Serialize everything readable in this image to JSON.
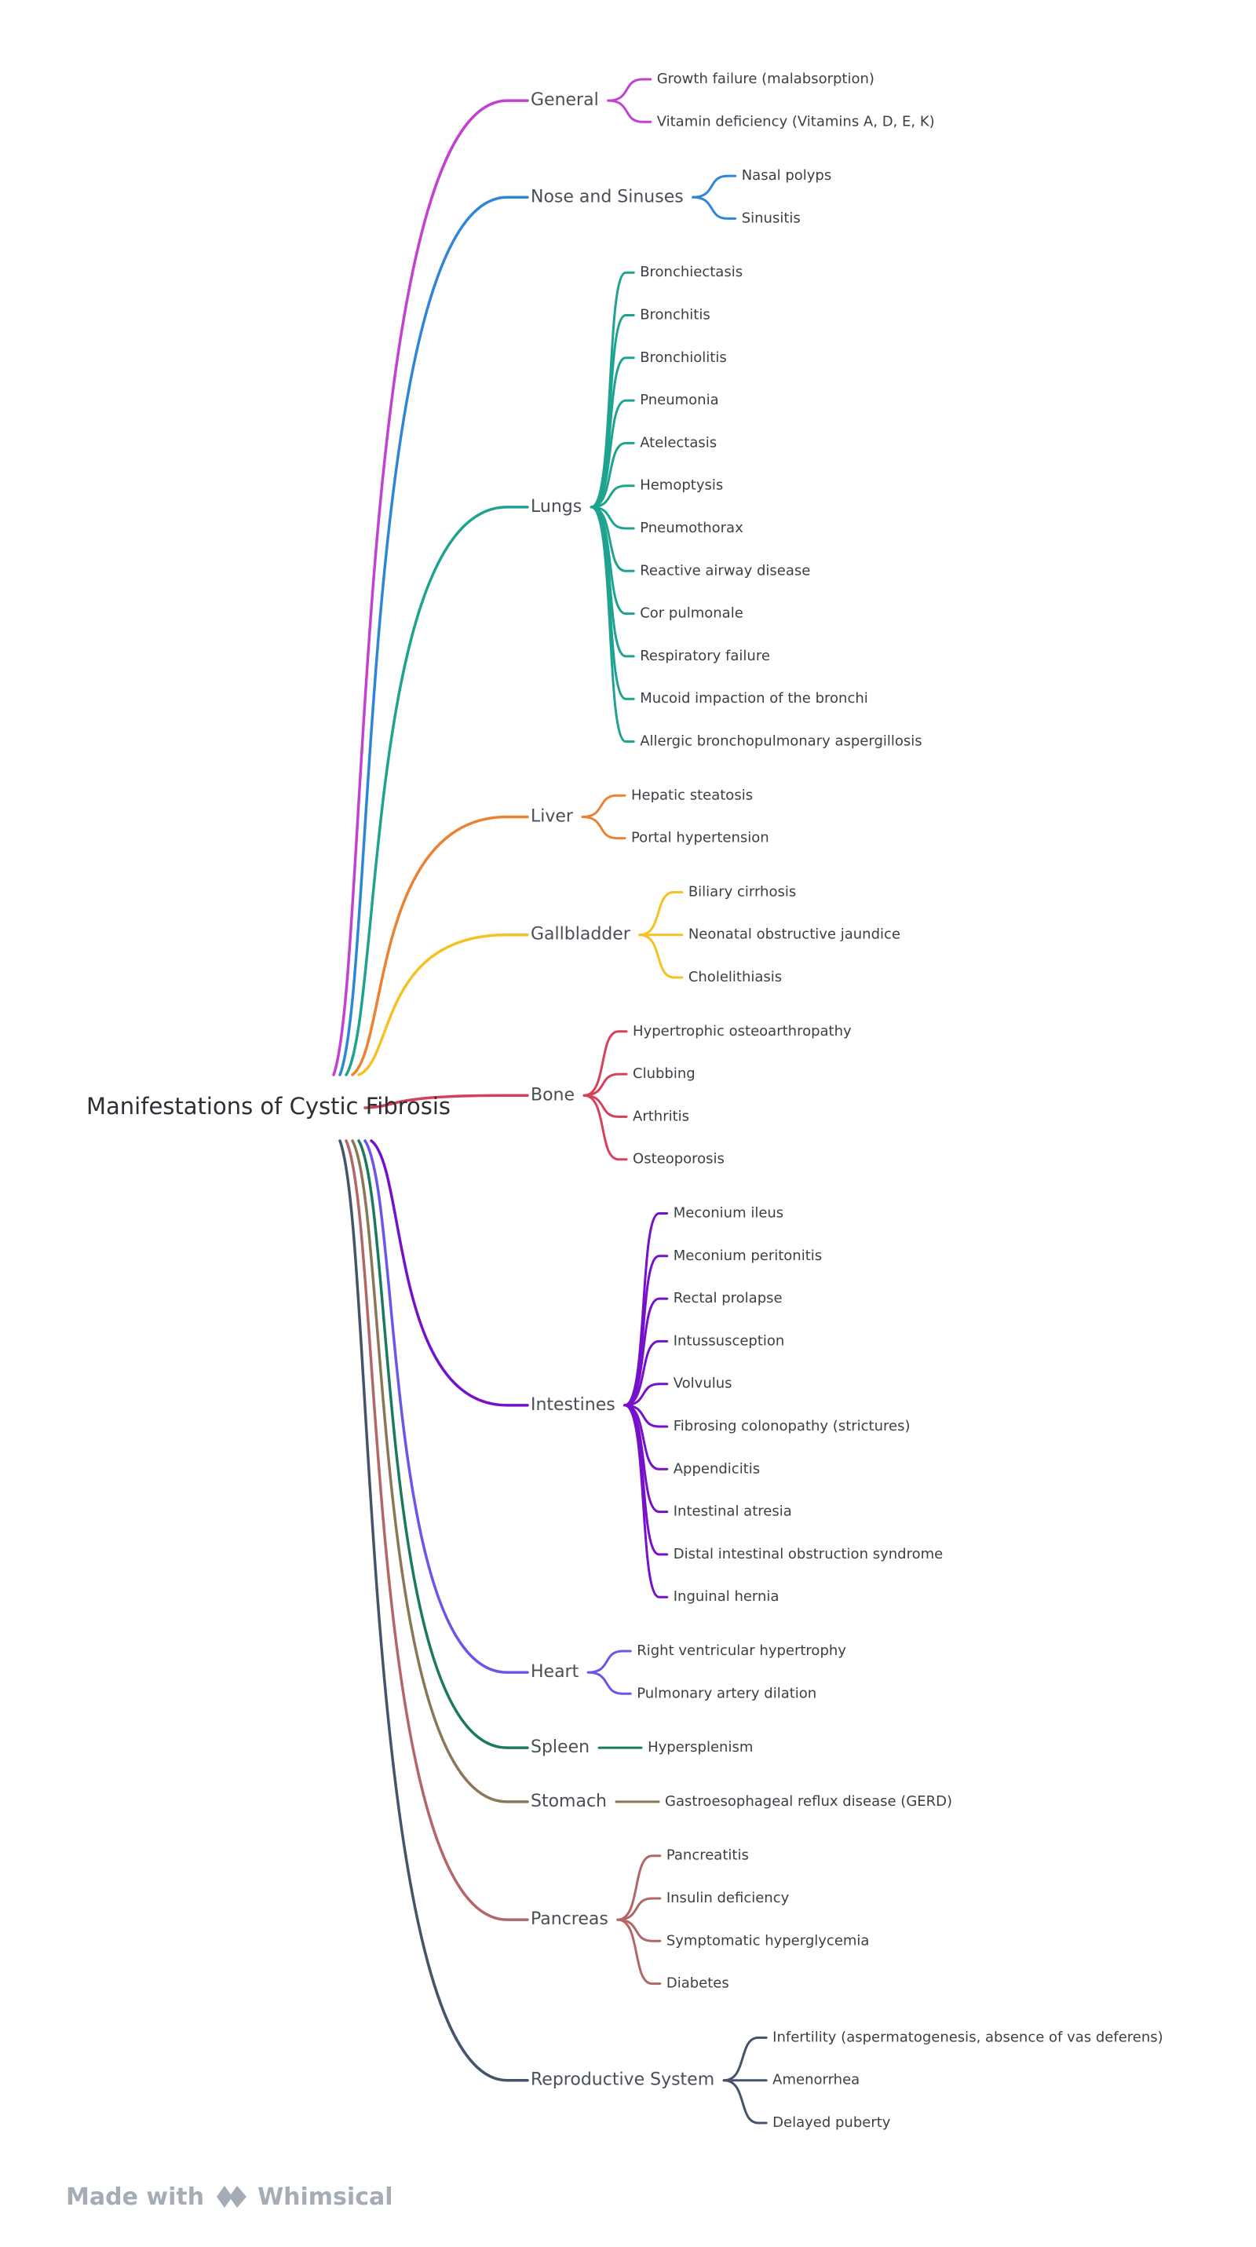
{
  "root": {
    "label": "Manifestations of Cystic Fibrosis"
  },
  "branches": [
    {
      "label": "General",
      "color": "#c241d1",
      "items": [
        "Growth failure (malabsorption)",
        "Vitamin deficiency (Vitamins A, D, E, K)"
      ]
    },
    {
      "label": "Nose and Sinuses",
      "color": "#2f86d6",
      "items": [
        "Nasal polyps",
        "Sinusitis"
      ]
    },
    {
      "label": "Lungs",
      "color": "#1fa391",
      "items": [
        "Bronchiectasis",
        "Bronchitis",
        "Bronchiolitis",
        "Pneumonia",
        "Atelectasis",
        "Hemoptysis",
        "Pneumothorax",
        "Reactive airway disease",
        "Cor pulmonale",
        "Respiratory failure",
        "Mucoid impaction of the bronchi",
        "Allergic bronchopulmonary aspergillosis"
      ]
    },
    {
      "label": "Liver",
      "color": "#ea8233",
      "items": [
        "Hepatic steatosis",
        "Portal hypertension"
      ]
    },
    {
      "label": "Gallbladder",
      "color": "#f5c124",
      "items": [
        "Biliary cirrhosis",
        "Neonatal obstructive jaundice",
        "Cholelithiasis"
      ]
    },
    {
      "label": "Bone",
      "color": "#d6405a",
      "items": [
        "Hypertrophic osteoarthropathy",
        "Clubbing",
        "Arthritis",
        "Osteoporosis"
      ]
    },
    {
      "label": "Intestines",
      "color": "#7411c9",
      "items": [
        "Meconium ileus",
        "Meconium peritonitis",
        "Rectal prolapse",
        "Intussusception",
        "Volvulus",
        "Fibrosing colonopathy (strictures)",
        "Appendicitis",
        "Intestinal atresia",
        "Distal intestinal obstruction syndrome",
        "Inguinal hernia"
      ]
    },
    {
      "label": "Heart",
      "color": "#6b56ea",
      "items": [
        "Right ventricular hypertrophy",
        "Pulmonary artery dilation"
      ]
    },
    {
      "label": "Spleen",
      "color": "#1b7a5e",
      "items": [
        "Hypersplenism"
      ]
    },
    {
      "label": "Stomach",
      "color": "#8c7658",
      "items": [
        "Gastroesophageal reflux disease (GERD)"
      ]
    },
    {
      "label": "Pancreas",
      "color": "#b36666",
      "items": [
        "Pancreatitis",
        "Insulin deficiency",
        "Symptomatic hyperglycemia",
        "Diabetes"
      ]
    },
    {
      "label": "Reproductive System",
      "color": "#44546a",
      "items": [
        "Infertility (aspermatogenesis, absence of vas deferens)",
        "Amenorrhea",
        "Delayed puberty"
      ]
    }
  ],
  "footer": {
    "made_with": "Made with",
    "brand": "Whimsical"
  }
}
